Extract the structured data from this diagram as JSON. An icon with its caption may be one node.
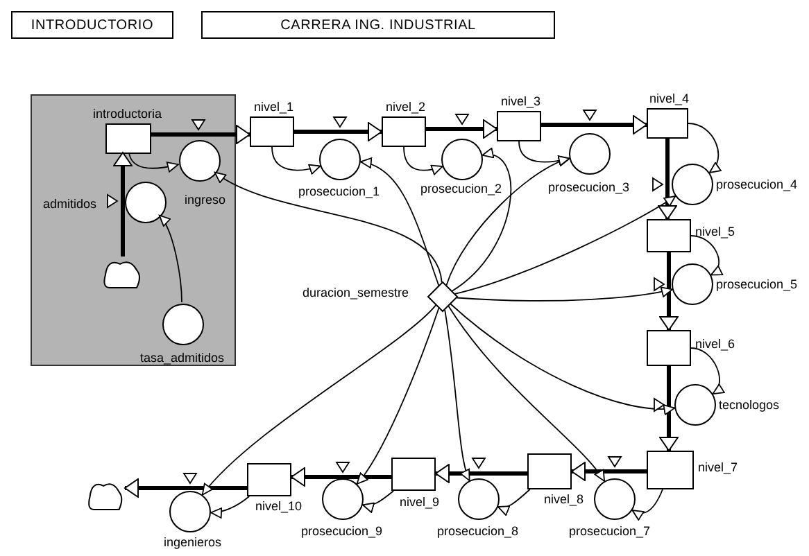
{
  "diagram": {
    "nodes": [
      {
        "text": [
          "INTRODUCTORIO"
        ]
      },
      {
        "text": [
          "CARRERA ING. INDUSTRIAL"
        ]
      },
      {
        "text": [],
        "shape": "box"
      },
      {
        "text": [
          "introductoria"
        ],
        "in": 2
      },
      {
        "text": [
          "ingreso"
        ],
        "in": 2
      },
      {
        "text": [
          "admitidos"
        ],
        "in": 2
      },
      {
        "text": [],
        "shape": "cloud",
        "in": 2
      },
      {
        "text": [
          "tasa_admitidos"
        ],
        "in": 2
      },
      {
        "text": [
          "nivel_1"
        ]
      },
      {
        "text": [
          "prosecucion_1"
        ]
      },
      {
        "text": [
          "nivel_2"
        ]
      },
      {
        "text": [
          "prosecucion_2"
        ]
      },
      {
        "text": [
          "nivel_3"
        ]
      },
      {
        "text": [
          "prosecucion_3"
        ]
      },
      {
        "text": [
          "nivel_4"
        ]
      },
      {
        "text": [
          "prosecucion_4"
        ]
      },
      {
        "text": [
          "nivel_5"
        ]
      },
      {
        "text": [
          "prosecucion_5"
        ]
      },
      {
        "text": [
          "duracion_semestre"
        ]
      },
      {
        "text": [
          "nivel_6"
        ]
      },
      {
        "text": [
          "tecnologos"
        ]
      },
      {
        "text": [
          "nivel_7"
        ]
      },
      {
        "text": [
          "prosecucion_7"
        ]
      },
      {
        "text": [
          "nivel_8"
        ]
      },
      {
        "text": [
          "prosecucion_8"
        ]
      },
      {
        "text": [
          "nivel_9"
        ]
      },
      {
        "text": [
          "prosecucion_9"
        ]
      },
      {
        "text": [
          "nivel_10"
        ]
      },
      {
        "text": [
          "ingenieros"
        ]
      },
      {
        "text": [],
        "shape": "cloud"
      }
    ],
    "edges": [
      {
        "from": 6,
        "to": 3,
        "arrow": "to",
        "style": "thick"
      },
      {
        "from": 3,
        "to": 8,
        "arrow": "to",
        "style": "thick"
      },
      {
        "from": 8,
        "to": 10,
        "arrow": "to",
        "style": "thick"
      },
      {
        "from": 10,
        "to": 12,
        "arrow": "to",
        "style": "thick"
      },
      {
        "from": 12,
        "to": 14,
        "arrow": "to",
        "style": "thick"
      },
      {
        "from": 14,
        "to": 16,
        "arrow": "to",
        "style": "thick"
      },
      {
        "from": 16,
        "to": 19,
        "arrow": "to",
        "style": "thick"
      },
      {
        "from": 19,
        "to": 21,
        "arrow": "to",
        "style": "thick"
      },
      {
        "from": 21,
        "to": 23,
        "arrow": "to",
        "style": "thick"
      },
      {
        "from": 23,
        "to": 25,
        "arrow": "to",
        "style": "thick"
      },
      {
        "from": 25,
        "to": 27,
        "arrow": "to",
        "style": "thick"
      },
      {
        "from": 27,
        "to": 29,
        "arrow": "to",
        "style": "thick"
      },
      {
        "from": 3,
        "to": 4,
        "arrow": "to"
      },
      {
        "from": 7,
        "to": 5,
        "arrow": "to"
      },
      {
        "from": 8,
        "to": 9,
        "arrow": "to"
      },
      {
        "from": 10,
        "to": 11,
        "arrow": "to"
      },
      {
        "from": 12,
        "to": 13,
        "arrow": "to"
      },
      {
        "from": 14,
        "to": 15,
        "arrow": "to"
      },
      {
        "from": 16,
        "to": 17,
        "arrow": "to"
      },
      {
        "from": 19,
        "to": 20,
        "arrow": "to"
      },
      {
        "from": 21,
        "to": 22,
        "arrow": "to"
      },
      {
        "from": 23,
        "to": 24,
        "arrow": "to"
      },
      {
        "from": 25,
        "to": 26,
        "arrow": "to"
      },
      {
        "from": 27,
        "to": 28,
        "arrow": "to"
      },
      {
        "from": 18,
        "to": 4,
        "arrow": "to"
      },
      {
        "from": 18,
        "to": 9,
        "arrow": "to"
      },
      {
        "from": 18,
        "to": 11,
        "arrow": "to"
      },
      {
        "from": 18,
        "to": 13,
        "arrow": "to"
      },
      {
        "from": 18,
        "to": 15,
        "arrow": "to"
      },
      {
        "from": 18,
        "to": 17,
        "arrow": "to"
      },
      {
        "from": 18,
        "to": 20,
        "arrow": "to"
      },
      {
        "from": 18,
        "to": 22,
        "arrow": "to"
      },
      {
        "from": 18,
        "to": 24,
        "arrow": "to"
      },
      {
        "from": 18,
        "to": 26,
        "arrow": "to"
      },
      {
        "from": 18,
        "to": 28,
        "arrow": "to"
      }
    ]
  }
}
